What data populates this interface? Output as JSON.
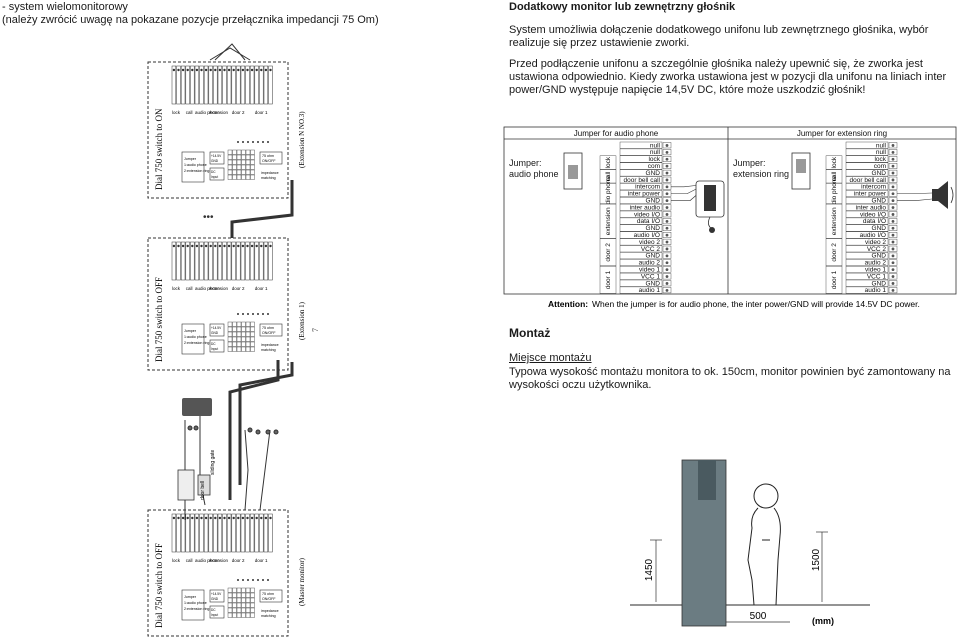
{
  "left_header": {
    "line1": "- system wielomonitorowy",
    "line2": "(należy zwrócić uwagę na pokazane pozycje przełącznika impedancji 75 Om)"
  },
  "units": [
    {
      "switch_label": "Dial 750 switch to ON",
      "side_label": "(Extension N NO.3)"
    },
    {
      "switch_label": "Dial 750 switch to OFF",
      "side_label": "(Extension 1)"
    },
    {
      "switch_label": "Dial 750 switch to OFF",
      "side_label": "(Master monitor)"
    }
  ],
  "unit_labels": {
    "groups": [
      "lock",
      "call",
      "audio phone",
      "extension",
      "door 2",
      "door 1"
    ],
    "jumper_box": [
      "Jumper",
      "1:audio phone",
      "2:extension ring"
    ],
    "pwr_box": [
      "+14.5V",
      "GND"
    ],
    "dc_box": [
      "DC",
      "Input"
    ],
    "switch_box": [
      "75 ohm",
      "ON/OFF"
    ],
    "impedance": [
      "impedance",
      "matching"
    ]
  },
  "page_number": "7",
  "misc": {
    "dots": "•••",
    "sliding_gate": "sliding gate",
    "door_bell": "door bell"
  },
  "section1": {
    "title": "Dodatkowy monitor lub zewnętrzny głośnik",
    "para1": "System umożliwia dołączenie dodatkowego unifonu lub zewnętrznego głośnika, wybór realizuje się przez ustawienie zworki.",
    "para2": "Przed podłączenie unifonu a szczególnie głośnika należy upewnić się, że zworka jest ustawiona odpowiednio. Kiedy zworka ustawiona jest w pozycji dla unifonu na liniach inter power/GND występuje napięcie 14,5V DC, które może uszkodzić głośnik!"
  },
  "jumper_diagram": {
    "header_left": "Jumper for audio phone",
    "header_right": "Jumper for extension ring",
    "label_left": "Jumper:\naudio phone",
    "label_right": "Jumper:\nextension ring",
    "signals": [
      "null",
      "null",
      "lock",
      "com",
      "GND",
      "door bell call",
      "intercom",
      "inter power",
      "GND",
      "inter audio",
      "video I/O",
      "data I/O",
      "GND",
      "audio I/O",
      "video 2",
      "VCC 2",
      "GND",
      "audio 2",
      "video 1",
      "VCC 1",
      "GND",
      "audio 1"
    ],
    "groups": [
      {
        "label": "lock",
        "from": 2,
        "to": 3
      },
      {
        "label": "call",
        "from": 4,
        "to": 5
      },
      {
        "label": "audio phone",
        "from": 6,
        "to": 8
      },
      {
        "label": "extension",
        "from": 9,
        "to": 13
      },
      {
        "label": "door 2",
        "from": 14,
        "to": 17
      },
      {
        "label": "door 1",
        "from": 18,
        "to": 21
      }
    ],
    "attention_label": "Attention:",
    "attention_text": "When the jumper is for audio phone, the inter power/GND will provide 14.5V DC power."
  },
  "section2": {
    "title": "Montaż",
    "subtitle": "Miejsce montażu",
    "para": "Typowa wysokość montażu monitora to ok. 150cm, monitor powinien być zamontowany na wysokości oczu użytkownika."
  },
  "mount": {
    "dim_1450": "1450",
    "dim_1500": "1500",
    "dim_500": "500",
    "unit": "(mm)"
  }
}
